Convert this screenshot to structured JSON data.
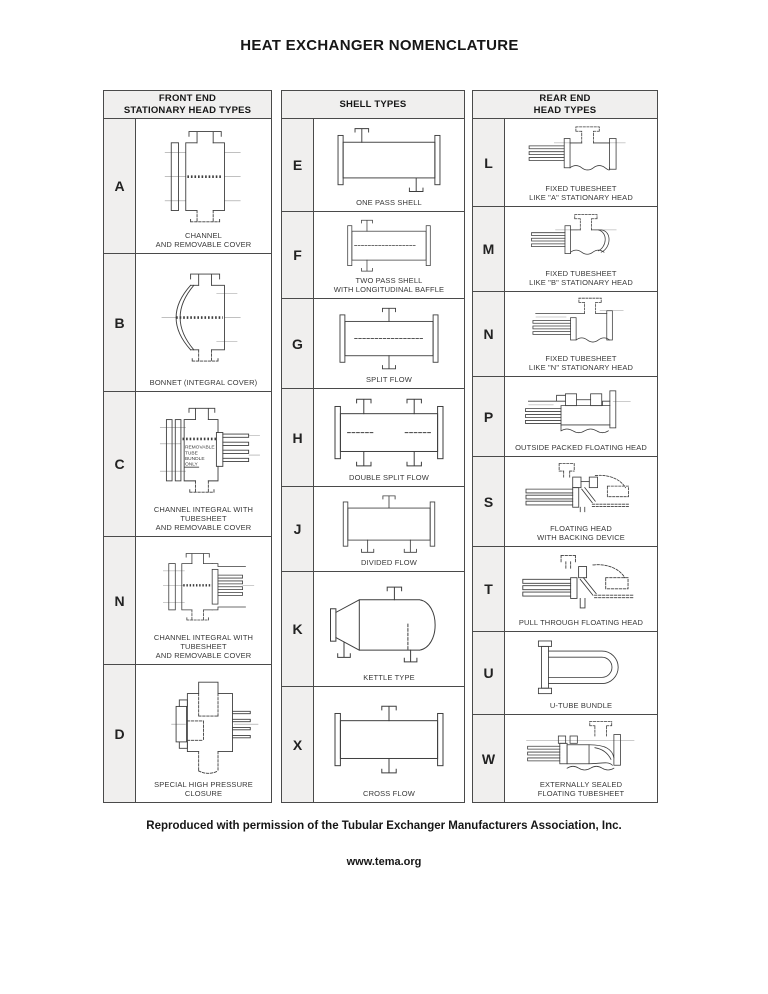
{
  "page": {
    "title": "HEAT EXCHANGER NOMENCLATURE",
    "footer_line1": "Reproduced with permission of the Tubular Exchanger Manufacturers Association, Inc.",
    "footer_line2": "www.tema.org",
    "colors": {
      "border": "#4a4a4a",
      "panel_bg": "#f0efee",
      "ink": "#161616",
      "line": "#3d3d3d"
    }
  },
  "columns": [
    {
      "id": "front-end",
      "header_lines": [
        "FRONT END",
        "STATIONARY HEAD TYPES"
      ],
      "rows": [
        {
          "letter": "A",
          "diagram": "front-a",
          "caption_lines": [
            "CHANNEL",
            "AND REMOVABLE COVER"
          ]
        },
        {
          "letter": "B",
          "diagram": "front-b",
          "caption_lines": [
            "BONNET (INTEGRAL COVER)"
          ]
        },
        {
          "letter": "C",
          "diagram": "front-c",
          "caption_lines": [
            "CHANNEL INTEGRAL WITH TUBESHEET",
            "AND REMOVABLE COVER"
          ],
          "note_lines": [
            "REMOVABLE",
            "TUBE",
            "BUNDLE",
            "ONLY"
          ]
        },
        {
          "letter": "N",
          "diagram": "front-n",
          "caption_lines": [
            "CHANNEL INTEGRAL WITH TUBESHEET",
            "AND REMOVABLE COVER"
          ]
        },
        {
          "letter": "D",
          "diagram": "front-d",
          "caption_lines": [
            "SPECIAL HIGH PRESSURE CLOSURE"
          ]
        }
      ]
    },
    {
      "id": "shell-types",
      "header_lines": [
        "SHELL TYPES"
      ],
      "rows": [
        {
          "letter": "E",
          "diagram": "shell-e",
          "caption_lines": [
            "ONE PASS SHELL"
          ]
        },
        {
          "letter": "F",
          "diagram": "shell-f",
          "caption_lines": [
            "TWO PASS SHELL",
            "WITH LONGITUDINAL BAFFLE"
          ]
        },
        {
          "letter": "G",
          "diagram": "shell-g",
          "caption_lines": [
            "SPLIT FLOW"
          ]
        },
        {
          "letter": "H",
          "diagram": "shell-h",
          "caption_lines": [
            "DOUBLE SPLIT FLOW"
          ]
        },
        {
          "letter": "J",
          "diagram": "shell-j",
          "caption_lines": [
            "DIVIDED FLOW"
          ]
        },
        {
          "letter": "K",
          "diagram": "shell-k",
          "caption_lines": [
            "KETTLE TYPE"
          ]
        },
        {
          "letter": "X",
          "diagram": "shell-x",
          "caption_lines": [
            "CROSS FLOW"
          ]
        }
      ]
    },
    {
      "id": "rear-end",
      "header_lines": [
        "REAR END",
        "HEAD TYPES"
      ],
      "rows": [
        {
          "letter": "L",
          "diagram": "rear-l",
          "caption_lines": [
            "FIXED TUBESHEET",
            "LIKE \"A\" STATIONARY HEAD"
          ]
        },
        {
          "letter": "M",
          "diagram": "rear-m",
          "caption_lines": [
            "FIXED TUBESHEET",
            "LIKE \"B\" STATIONARY HEAD"
          ]
        },
        {
          "letter": "N",
          "diagram": "rear-n",
          "caption_lines": [
            "FIXED TUBESHEET",
            "LIKE \"N\" STATIONARY HEAD"
          ]
        },
        {
          "letter": "P",
          "diagram": "rear-p",
          "caption_lines": [
            "OUTSIDE PACKED FLOATING HEAD"
          ]
        },
        {
          "letter": "S",
          "diagram": "rear-s",
          "caption_lines": [
            "FLOATING HEAD",
            "WITH BACKING DEVICE"
          ]
        },
        {
          "letter": "T",
          "diagram": "rear-t",
          "caption_lines": [
            "PULL THROUGH FLOATING HEAD"
          ]
        },
        {
          "letter": "U",
          "diagram": "rear-u",
          "caption_lines": [
            "U-TUBE BUNDLE"
          ]
        },
        {
          "letter": "W",
          "diagram": "rear-w",
          "caption_lines": [
            "EXTERNALLY SEALED",
            "FLOATING TUBESHEET"
          ]
        }
      ]
    }
  ]
}
